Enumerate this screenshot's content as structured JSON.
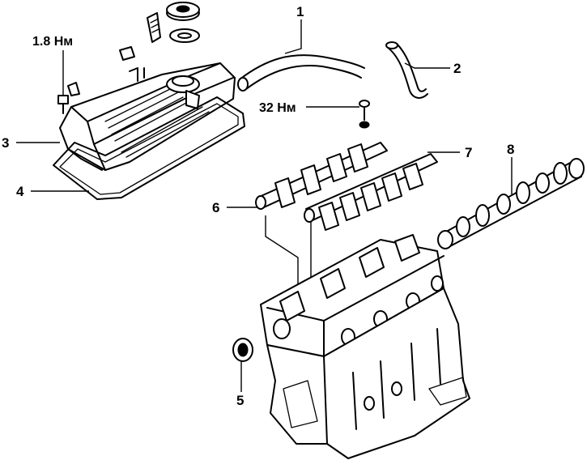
{
  "torque_labels": {
    "cover_bolt": "1.8 Нм",
    "shaft_bolt": "32 Нм"
  },
  "callouts": [
    "1",
    "2",
    "3",
    "4",
    "5",
    "6",
    "7",
    "8"
  ]
}
